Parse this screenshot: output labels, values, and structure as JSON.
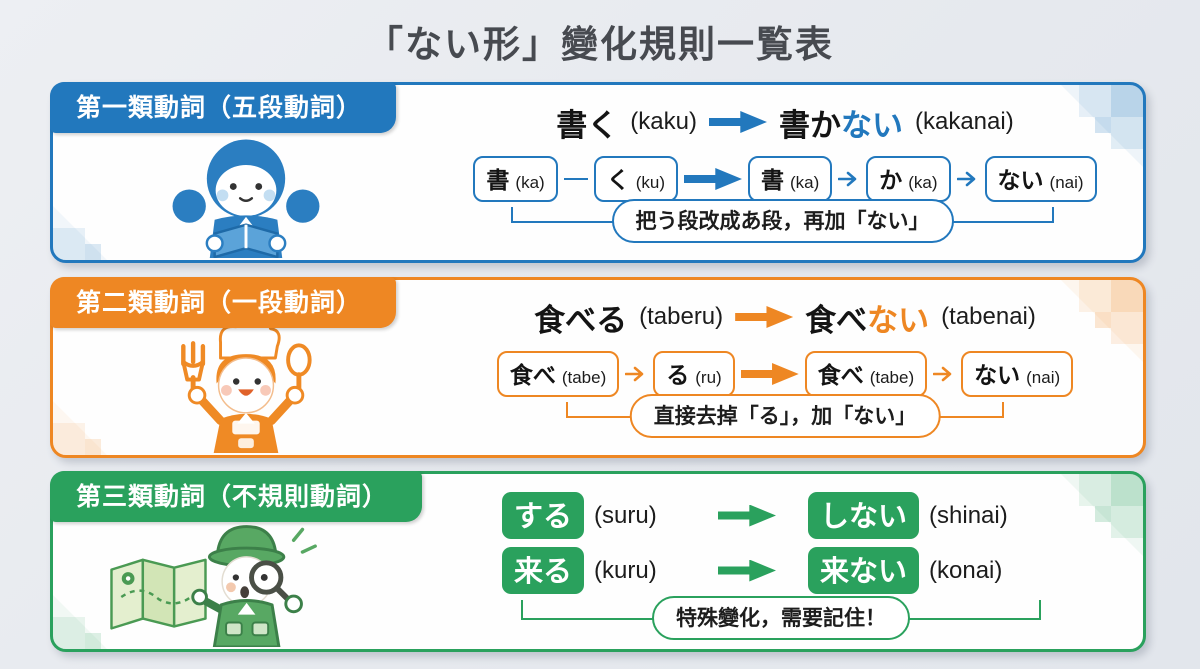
{
  "title": "「ない形」變化規則一覧表",
  "colors": {
    "group1_blue": "#2278bd",
    "group2_orange": "#ee8723",
    "group3_green": "#2aa15d"
  },
  "sections": [
    {
      "header": "第一類動詞（五段動詞）",
      "illustration": "girl-reading-icon",
      "example": {
        "base": "書く",
        "base_romaji": "(kaku)",
        "result_stem": "書か",
        "result_suffix": "ない",
        "result_romaji": "(kakanai)"
      },
      "flow": [
        {
          "k": "書",
          "r": "(ka)"
        },
        {
          "k": "く",
          "r": "(ku)"
        },
        {
          "k": "書",
          "r": "(ka)"
        },
        {
          "k": "か",
          "r": "(ka)"
        },
        {
          "k": "ない",
          "r": "(nai)"
        }
      ],
      "note": "把う段改成あ段，再加「ない」"
    },
    {
      "header": "第二類動詞（一段動詞）",
      "illustration": "chef-icon",
      "example": {
        "base": "食べる",
        "base_romaji": "(taberu)",
        "result_stem": "食べ",
        "result_suffix": "ない",
        "result_romaji": "(tabenai)"
      },
      "flow": [
        {
          "k": "食べ",
          "r": "(tabe)"
        },
        {
          "k": "る",
          "r": "(ru)"
        },
        {
          "k": "食べ",
          "r": "(tabe)"
        },
        {
          "k": "ない",
          "r": "(nai)"
        }
      ],
      "note": "直接去掉「る」，加「ない」"
    },
    {
      "header": "第三類動詞（不規則動詞）",
      "illustration": "explorer-magnifier-icon",
      "rows": [
        {
          "base": "する",
          "base_romaji": "(suru)",
          "result": "しない",
          "result_romaji": "(shinai)"
        },
        {
          "base": "来る",
          "base_romaji": "(kuru)",
          "result": "来ない",
          "result_romaji": "(konai)"
        }
      ],
      "note": "特殊變化，需要記住！"
    }
  ]
}
